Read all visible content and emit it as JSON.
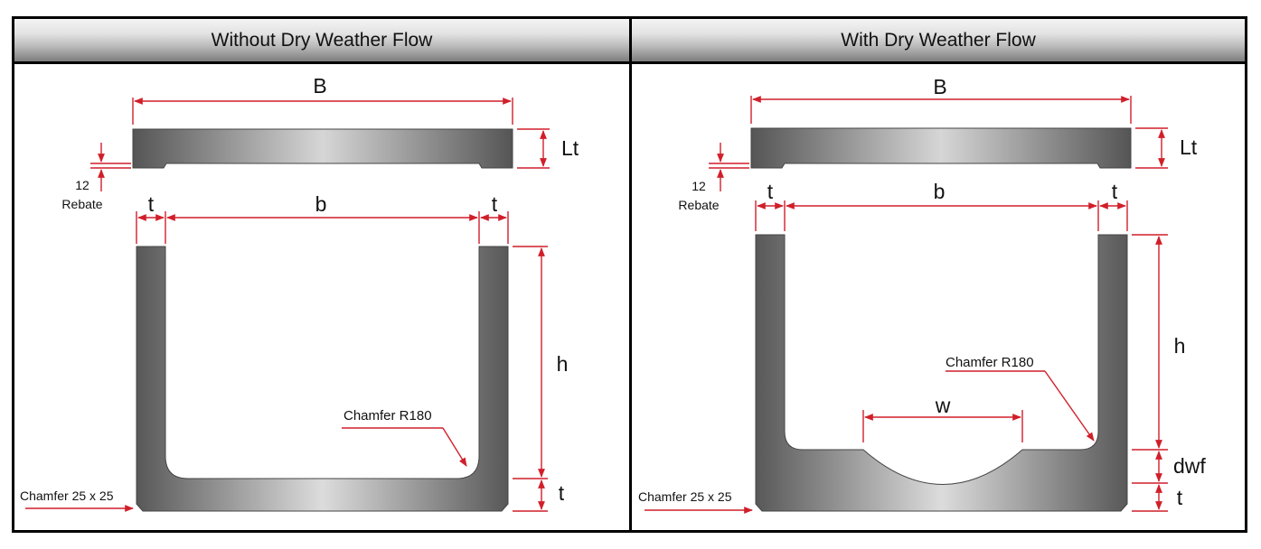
{
  "panels": {
    "left": {
      "title": "Without Dry Weather Flow",
      "labels": {
        "B": "B",
        "Lt": "Lt",
        "rebate_value": "12",
        "rebate_text": "Rebate",
        "t_left": "t",
        "b": "b",
        "t_right": "t",
        "h": "h",
        "chamfer_r": "Chamfer R180",
        "t_bottom": "t",
        "chamfer_corner": "Chamfer 25 x 25"
      }
    },
    "right": {
      "title": "With Dry Weather Flow",
      "labels": {
        "B": "B",
        "Lt": "Lt",
        "rebate_value": "12",
        "rebate_text": "Rebate",
        "t_left": "t",
        "b": "b",
        "t_right": "t",
        "h": "h",
        "chamfer_r": "Chamfer R180",
        "w": "w",
        "dwf": "dwf",
        "t_bottom": "t",
        "chamfer_corner": "Chamfer 25 x 25"
      }
    }
  },
  "colors": {
    "dimension_line": "#d11f2a",
    "concrete": "#5a5a5a",
    "concrete_light": "#d8d8d8"
  }
}
